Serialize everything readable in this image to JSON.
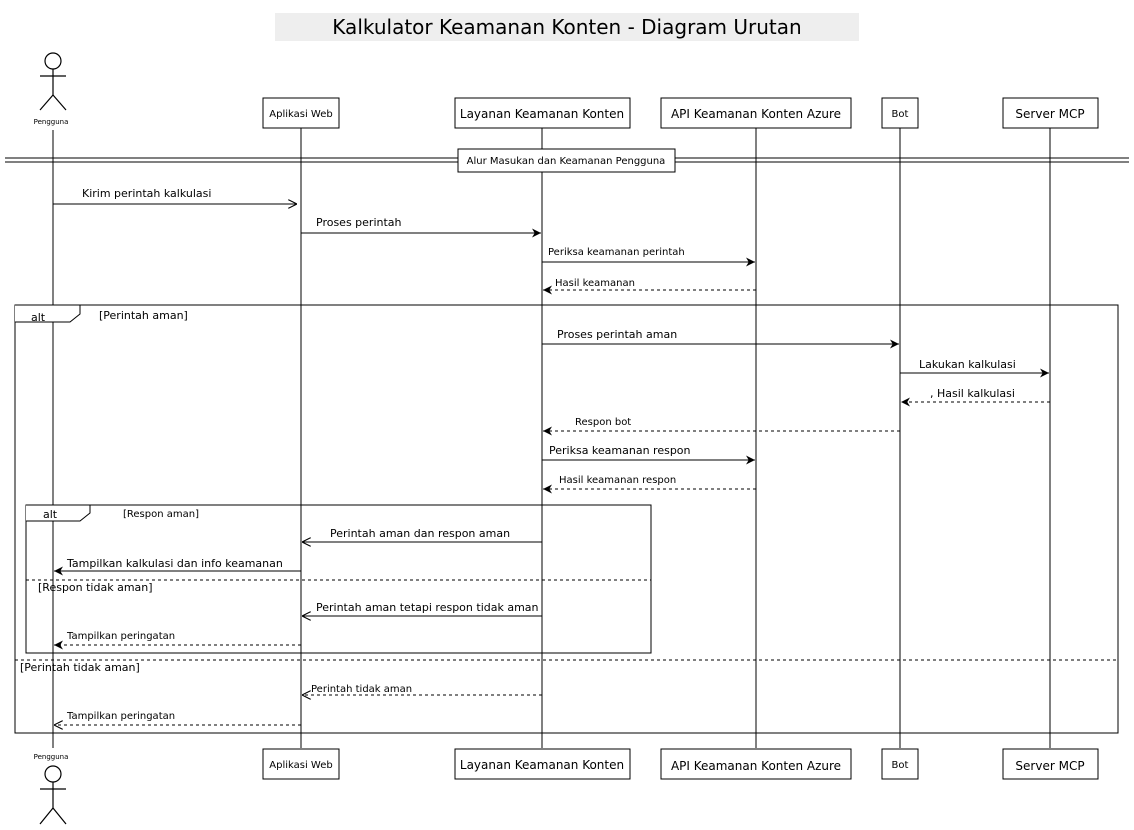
{
  "title": "Kalkulator Keamanan Konten - Diagram Urutan",
  "actor": {
    "name": "Pengguna"
  },
  "participants": [
    {
      "id": "web",
      "name": "Aplikasi Web"
    },
    {
      "id": "svc",
      "name": "Layanan Keamanan Konten"
    },
    {
      "id": "api",
      "name": "API Keamanan Konten Azure"
    },
    {
      "id": "bot",
      "name": "Bot"
    },
    {
      "id": "mcp",
      "name": "Server MCP"
    }
  ],
  "divider": "Alur Masukan dan Keamanan Pengguna",
  "messages": [
    {
      "text": "Kirim perintah kalkulasi",
      "dashed": false
    },
    {
      "text": "Proses perintah",
      "dashed": false
    },
    {
      "text": "Periksa keamanan perintah",
      "dashed": false
    },
    {
      "text": "Hasil keamanan",
      "dashed": true
    },
    {
      "text": "Proses perintah aman",
      "dashed": false
    },
    {
      "text": "Lakukan kalkulasi",
      "dashed": false
    },
    {
      "text": "Hasil kalkulasi",
      "dashed": true
    },
    {
      "text": "Respon bot",
      "dashed": true
    },
    {
      "text": "Periksa keamanan respon",
      "dashed": false
    },
    {
      "text": "Hasil keamanan respon",
      "dashed": true
    },
    {
      "text": "Perintah aman dan respon aman",
      "dashed": false
    },
    {
      "text": "Tampilkan kalkulasi dan info keamanan",
      "dashed": false
    },
    {
      "text": "Perintah aman tetapi respon tidak aman",
      "dashed": false
    },
    {
      "text": "Tampilkan peringatan",
      "dashed": true
    },
    {
      "text": "Perintah tidak aman",
      "dashed": true
    },
    {
      "text": "Tampilkan peringatan",
      "dashed": true
    }
  ],
  "frames": {
    "outer": {
      "keyword": "alt",
      "guard": "[Perintah aman]",
      "else_guard": "[Perintah tidak aman]"
    },
    "inner": {
      "keyword": "alt",
      "guard": "[Respon aman]",
      "else_guard": "[Respon tidak aman]"
    }
  }
}
